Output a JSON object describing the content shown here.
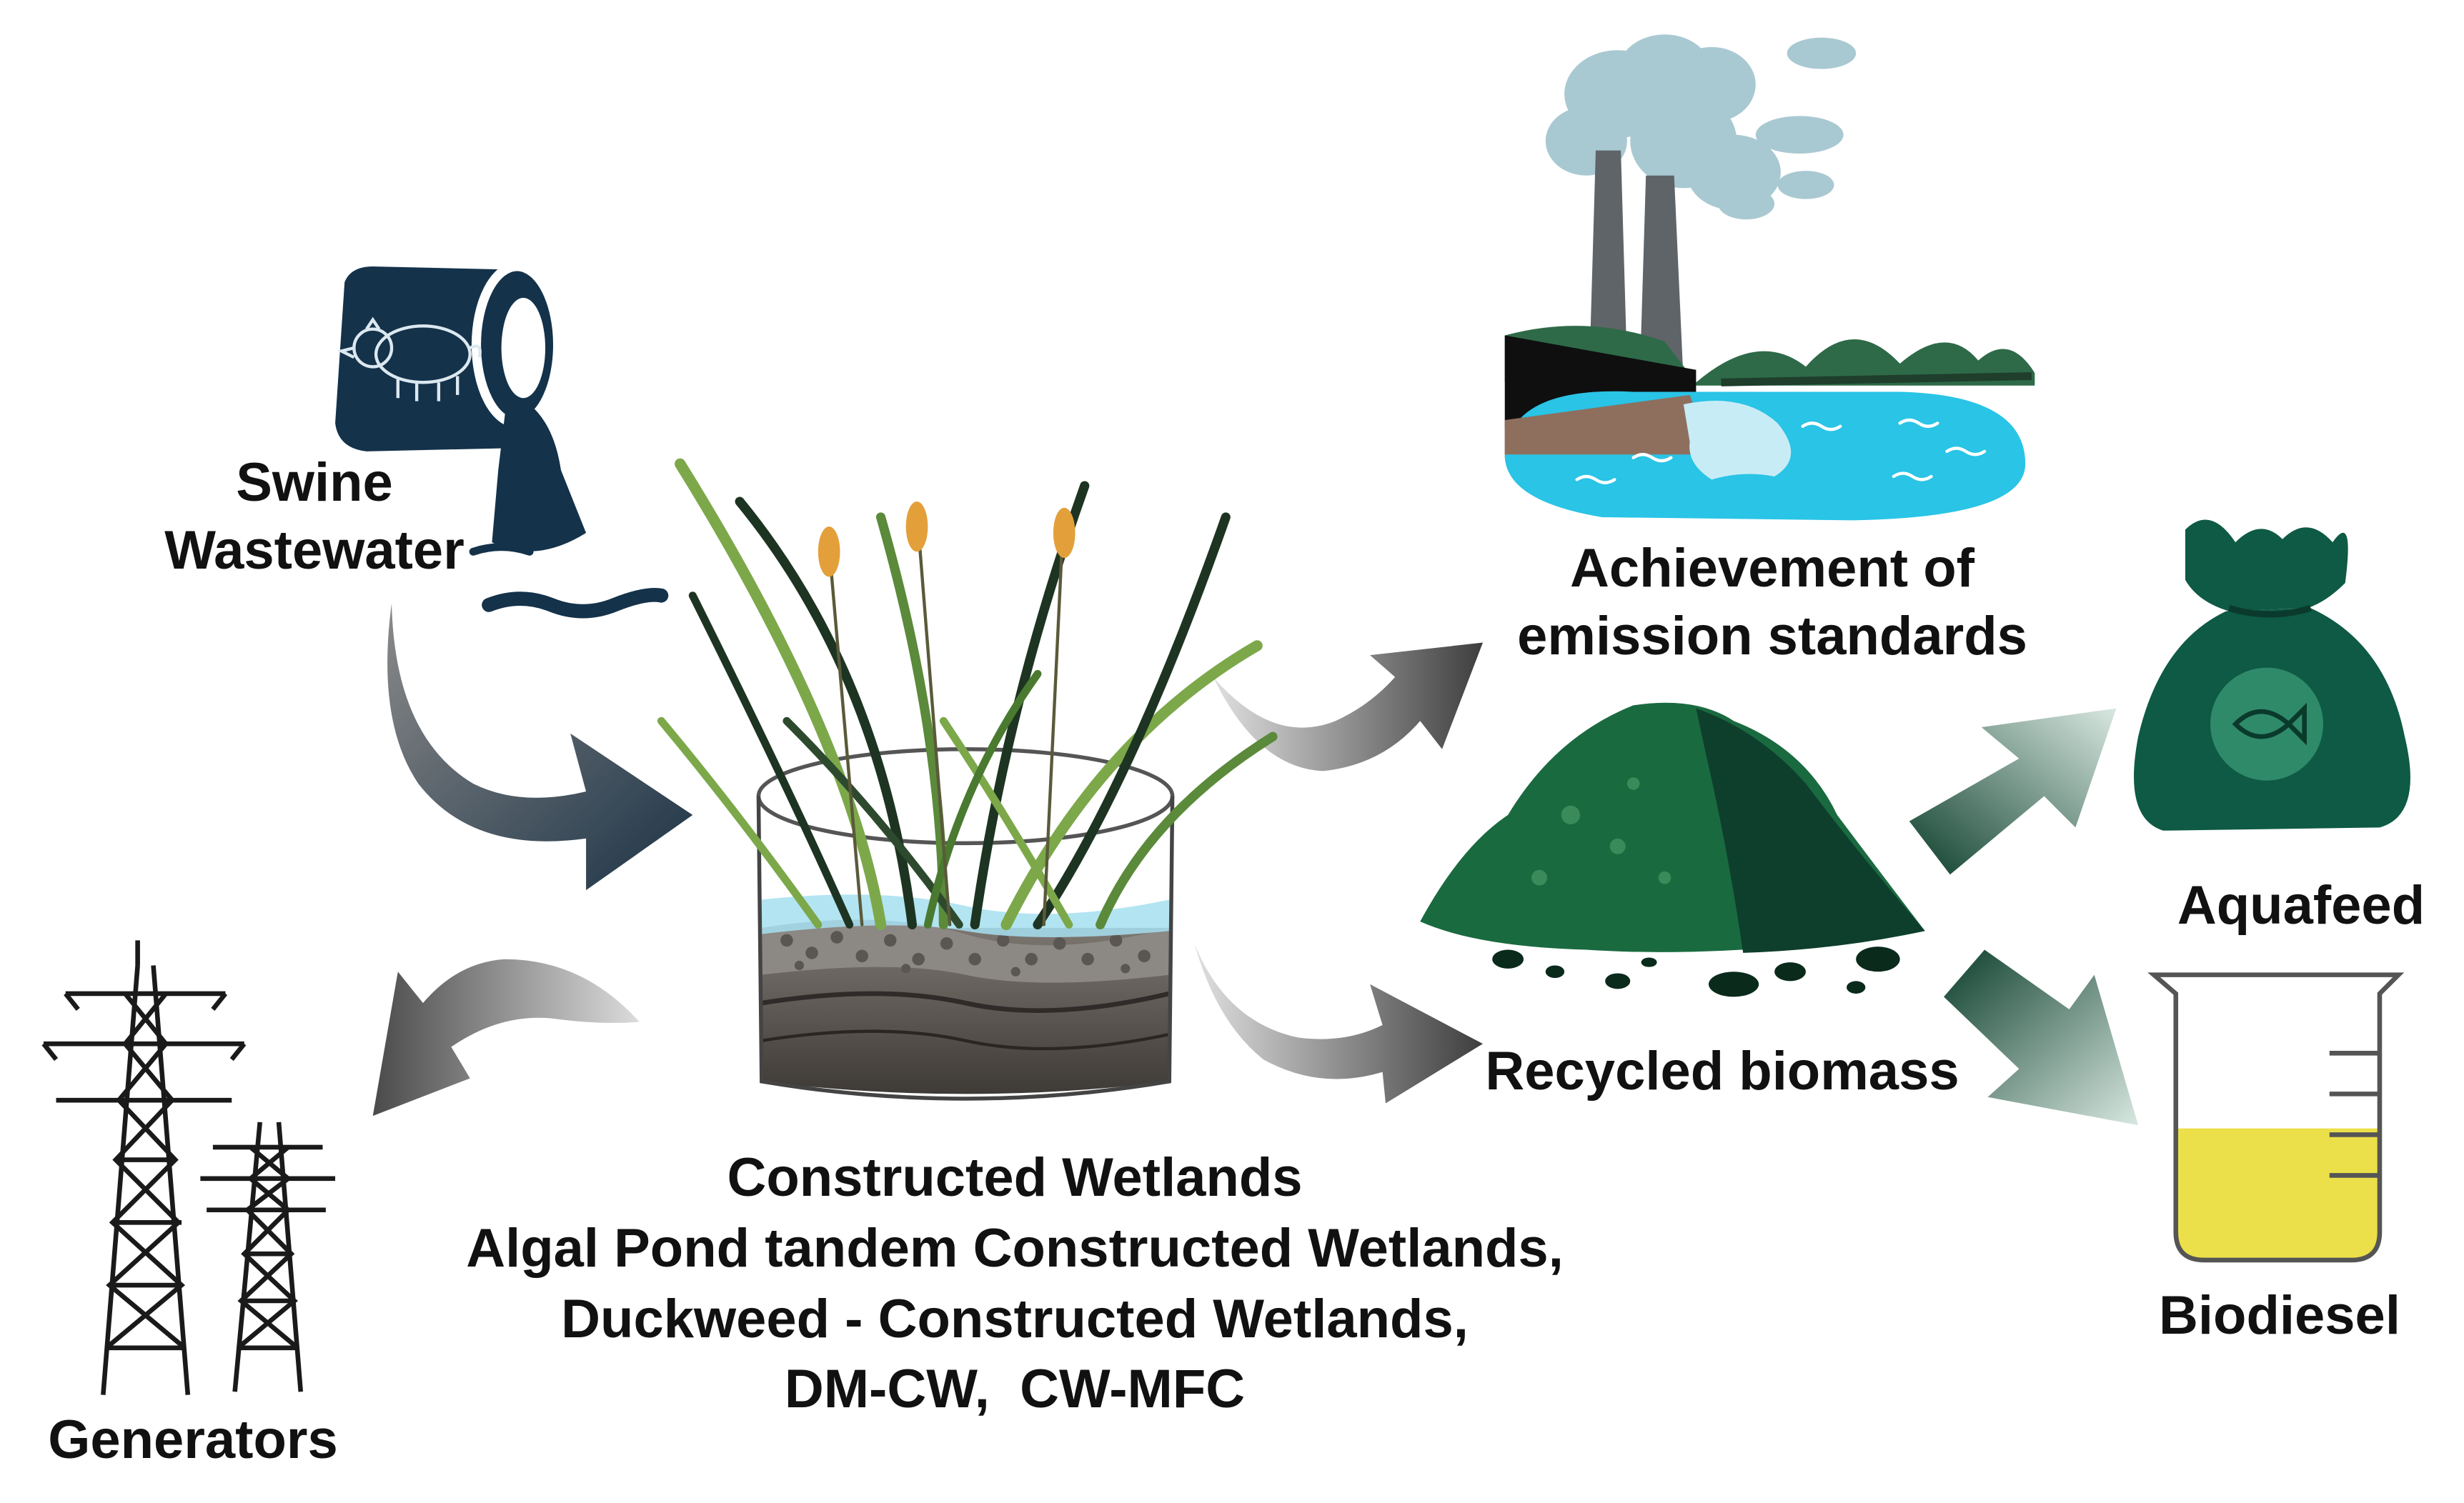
{
  "labels": {
    "swine_line1": "Swine",
    "swine_line2": "Wastewater",
    "emission_line1": "Achievement of",
    "emission_line2": "emission standards",
    "aquafeed": "Aquafeed",
    "recycled_biomass": "Recycled biomass",
    "biodiesel": "Biodiesel",
    "generators": "Generators",
    "wetlands_lines": [
      "Constructed Wetlands",
      "Algal Pond tandem Constructed Wetlands,",
      "Duckweed - Constructed Wetlands,",
      "DM-CW,  CW-MFC"
    ]
  },
  "icons": {
    "wastewater": "pipe-icon",
    "wetland": "wetland-tank-icon",
    "factory": "factory-icon",
    "biomass": "biomass-pile-icon",
    "aquafeed": "feed-bag-icon",
    "biodiesel": "beaker-icon",
    "generators": "power-tower-icon"
  },
  "colors": {
    "navy": "#14324a",
    "gray_arrow": "#6e6e6e",
    "dark_green": "#0e4a35",
    "water": "#29c4e6",
    "fuel": "#ece04a",
    "smoke": "#a9c9d2"
  }
}
